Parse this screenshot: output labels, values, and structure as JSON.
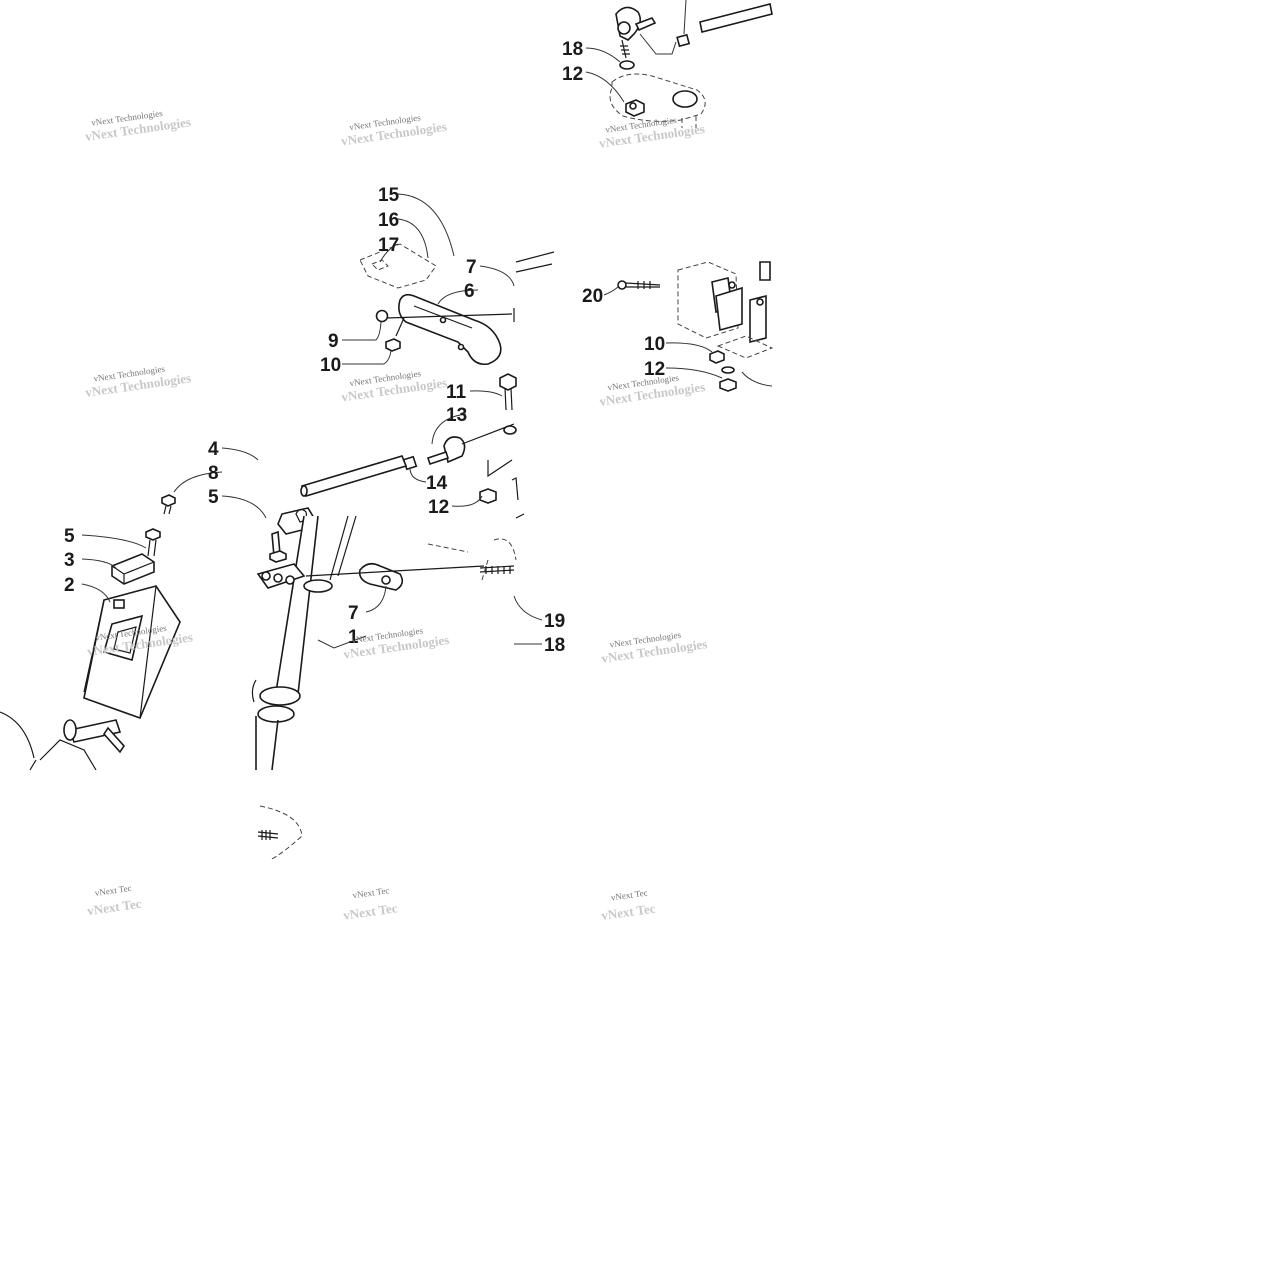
{
  "watermark": {
    "text": "vNext Technologies",
    "text_short": "vNext Tec",
    "text_tiny": "vNext Tec"
  },
  "callouts": {
    "c18_top": "18",
    "c12_top": "12",
    "c15": "15",
    "c16": "16",
    "c17": "17",
    "c7_top": "7",
    "c6": "6",
    "c9": "9",
    "c10_left": "10",
    "c20": "20",
    "c10_right": "10",
    "c12_right": "12",
    "c11": "11",
    "c13": "13",
    "c4": "4",
    "c8": "8",
    "c5_upper": "5",
    "c14": "14",
    "c12_mid": "12",
    "c5_left": "5",
    "c3": "3",
    "c2": "2",
    "c7_bottom": "7",
    "c1": "1",
    "c19": "19",
    "c18_bottom": "18"
  }
}
